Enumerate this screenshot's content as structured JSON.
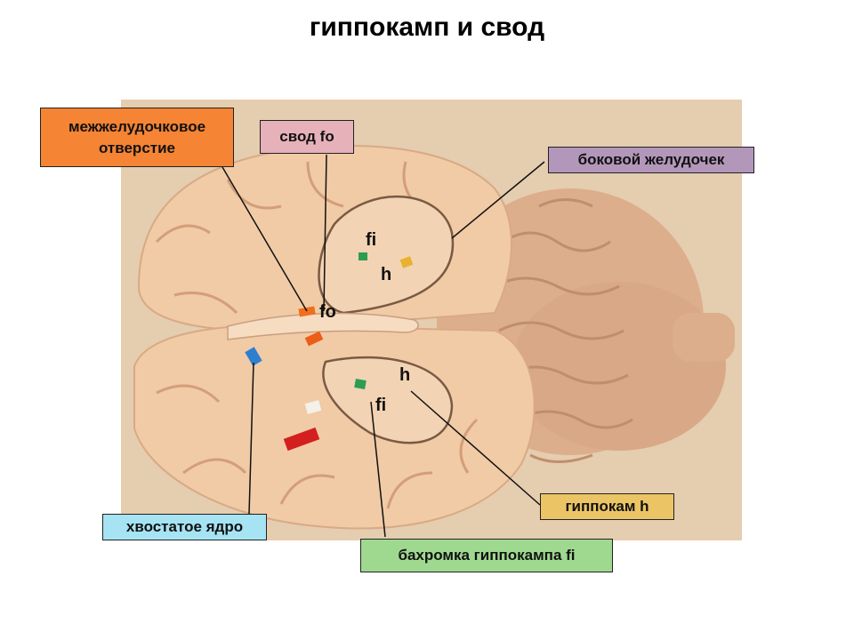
{
  "title": "гиппокамп и свод",
  "labels": {
    "interventricular": "межжелудочковое отверстие",
    "fornix": "свод fo",
    "lateral_ventricle": "боковой желудочек",
    "hippocampus": "гиппокам h",
    "caudate": "хвостатое ядро",
    "fimbria": "бахромка гиппокампа fi"
  },
  "markers": {
    "fi_top": "fi",
    "h_top": "h",
    "fo": "fo",
    "h_bottom": "h",
    "fi_bottom": "fi"
  },
  "colors": {
    "interventricular": "#f58434",
    "fornix": "#e6b1b9",
    "lateral_ventricle": "#b397ba",
    "hippocampus": "#ebc565",
    "caudate": "#a6e3f3",
    "fimbria": "#9fd990",
    "brain_bg": "#e5cdaf",
    "tissue": "#eec7a0"
  }
}
